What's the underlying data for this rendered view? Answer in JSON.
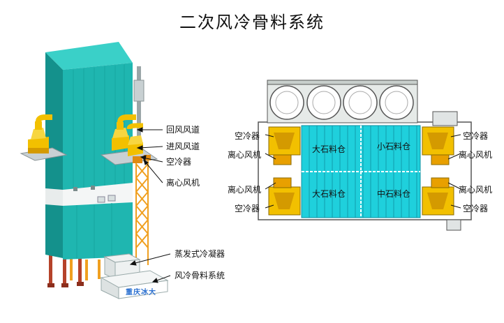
{
  "title": "二次风冷骨料系统",
  "side_view": {
    "callouts": [
      "回风风道",
      "进风风道",
      "空冷器",
      "离心风机",
      "蒸发式冷凝器",
      "风冷骨料系统"
    ],
    "unit_sign": "重庆冰大"
  },
  "plan_view": {
    "bins": [
      "大石料仓",
      "小石料仓",
      "大石料仓",
      "中石料仓"
    ],
    "left_labels": [
      "空冷器",
      "离心风机",
      "离心风机",
      "空冷器"
    ],
    "right_labels": [
      "空冷器",
      "离心风机",
      "离心风机",
      "空冷器"
    ]
  },
  "colors": {
    "tower": "#1fb6b0",
    "tower_dark": "#14918c",
    "cooler": "#f2c000",
    "frame": "#f0a020",
    "bin_fill": "#1fd0dc",
    "bin_line": "#0e8fa0",
    "pipe": "#b5422a"
  }
}
